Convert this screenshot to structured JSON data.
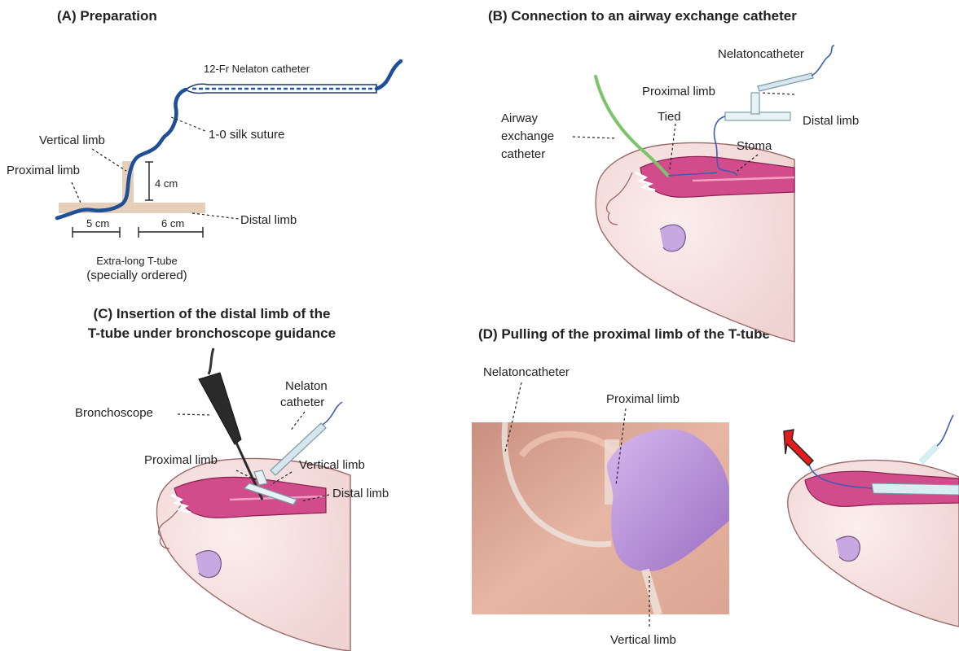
{
  "panels": {
    "a": {
      "title": "(A) Preparation",
      "labels": {
        "catheter": "12-Fr Nelaton catheter",
        "suture": "1-0 silk suture",
        "vertical_limb": "Vertical limb",
        "proximal_limb": "Proximal limb",
        "distal_limb": "Distal limb",
        "height": "4 cm",
        "proximal_length": "5 cm",
        "distal_length": "6 cm",
        "tube_name": "Extra-long T-tube",
        "tube_note": "(specially ordered)"
      }
    },
    "b": {
      "title": "(B) Connection to an airway exchange catheter",
      "labels": {
        "catheter": "Nelatoncatheter",
        "proximal_limb": "Proximal limb",
        "distal_limb": "Distal limb",
        "tied": "Tied",
        "stoma": "Stoma",
        "airway_1": "Airway",
        "airway_2": "exchange",
        "airway_3": "catheter"
      }
    },
    "c": {
      "title_line1": "(C) Insertion of the distal limb of the",
      "title_line2": "T-tube under bronchoscope guidance",
      "labels": {
        "bronchoscope": "Bronchoscope",
        "nelaton_1": "Nelaton",
        "nelaton_2": "catheter",
        "proximal_limb": "Proximal limb",
        "vertical_limb": "Vertical limb",
        "distal_limb": "Distal limb"
      }
    },
    "d": {
      "title": "(D) Pulling of the proximal limb of the T-tube",
      "labels": {
        "catheter": "Nelatoncatheter",
        "proximal_limb": "Proximal limb",
        "vertical_limb": "Vertical limb"
      }
    }
  },
  "colors": {
    "suture": "#1f4f96",
    "t_tube": "#e2cbb4",
    "airway": "#d24b8b",
    "skin": "#f6e6e4",
    "exchange_catheter": "#7cc46c",
    "arrow": "#e31c1c",
    "glove": "#b58bd6"
  }
}
